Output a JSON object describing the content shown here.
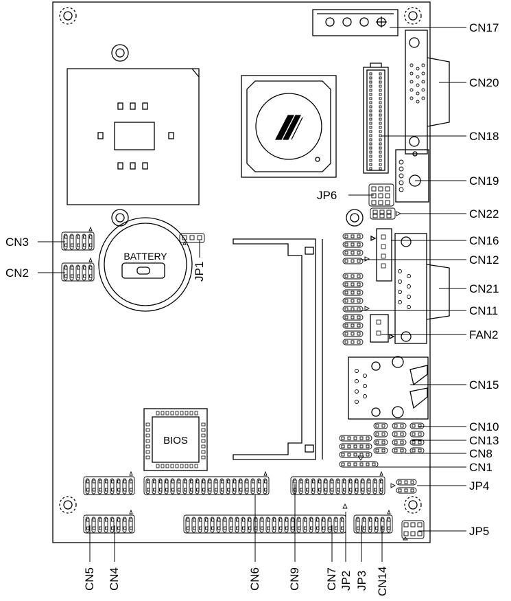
{
  "board": {
    "bios_text": "BIOS",
    "battery_text": "BATTERY"
  },
  "right_labels": {
    "cn17": "CN17",
    "cn20": "CN20",
    "cn18": "CN18",
    "cn19": "CN19",
    "jp6": "JP6",
    "cn22": "CN22",
    "cn16": "CN16",
    "cn12": "CN12",
    "cn21": "CN21",
    "cn11": "CN11",
    "fan2": "FAN2",
    "cn15": "CN15",
    "cn10": "CN10",
    "cn13": "CN13",
    "cn8": "CN8",
    "cn1": "CN1",
    "jp4": "JP4",
    "jp5": "JP5"
  },
  "left_labels": {
    "cn3": "CN3",
    "cn2": "CN2",
    "jp1": "JP1"
  },
  "bottom_labels": {
    "cn5": "CN5",
    "cn4": "CN4",
    "cn6": "CN6",
    "cn9": "CN9",
    "cn7": "CN7",
    "jp2": "JP2",
    "jp3": "JP3",
    "cn14": "CN14"
  }
}
